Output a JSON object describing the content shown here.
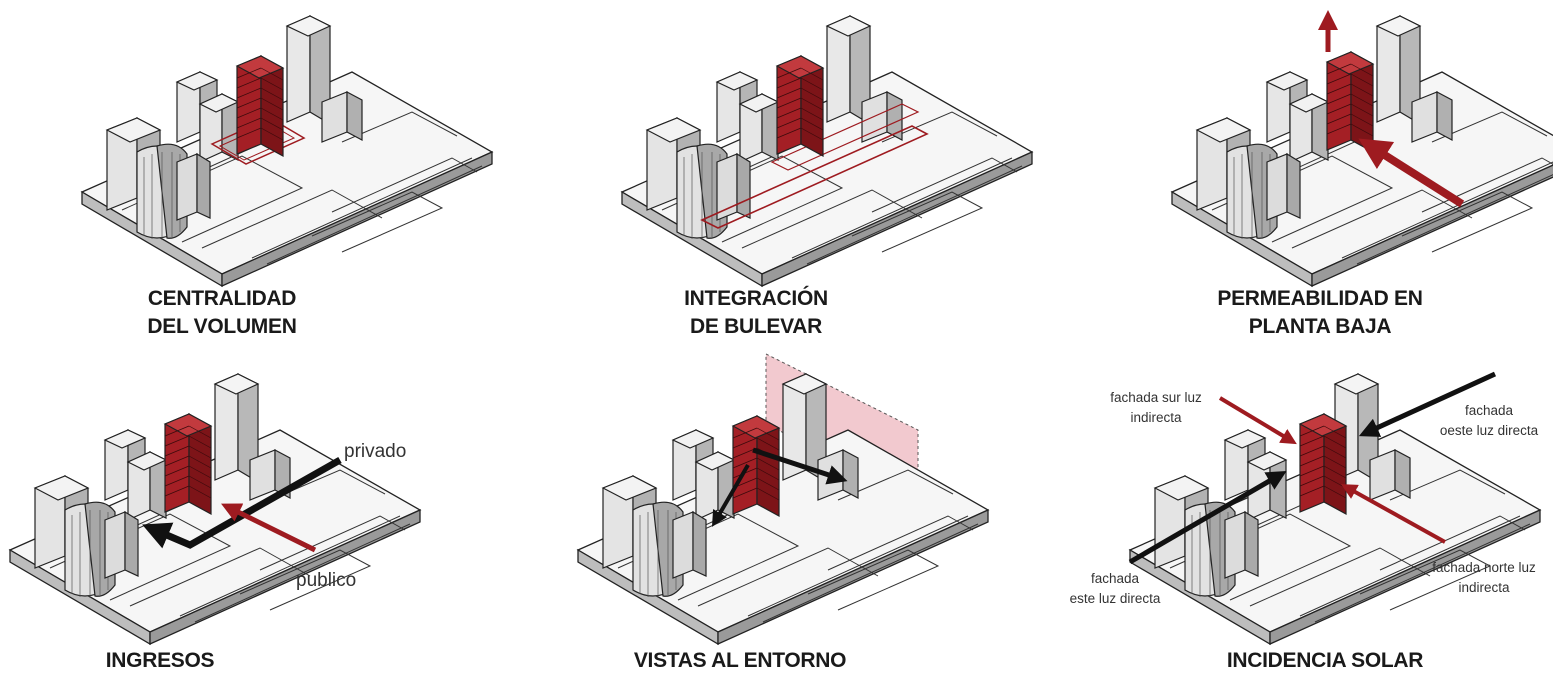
{
  "panels": [
    {
      "title_line1": "CENTRALIDAD",
      "title_line2": "DEL VOLUMEN"
    },
    {
      "title_line1": "INTEGRACIÓN",
      "title_line2": "DE BULEVAR"
    },
    {
      "title_line1": "PERMEABILIDAD EN",
      "title_line2": "PLANTA BAJA"
    },
    {
      "title_line1": "INGRESOS",
      "title_line2": ""
    },
    {
      "title_line1": "VISTAS AL ENTORNO",
      "title_line2": ""
    },
    {
      "title_line1": "INCIDENCIA SOLAR",
      "title_line2": ""
    }
  ],
  "labels": {
    "privado": "privado",
    "publico": "publico",
    "sur_1": "fachada sur luz",
    "sur_2": "indirecta",
    "oeste_1": "fachada",
    "oeste_2": "oeste luz directa",
    "este_1": "fachada",
    "este_2": "este luz directa",
    "norte_1": "fachada norte luz",
    "norte_2": "indirecta"
  },
  "colors": {
    "accent": "#9e1b20",
    "building": "#d8d8d8",
    "base": "#f4f4f4",
    "ink": "#1a1a1a",
    "view_plane": "#f2c9cf"
  }
}
